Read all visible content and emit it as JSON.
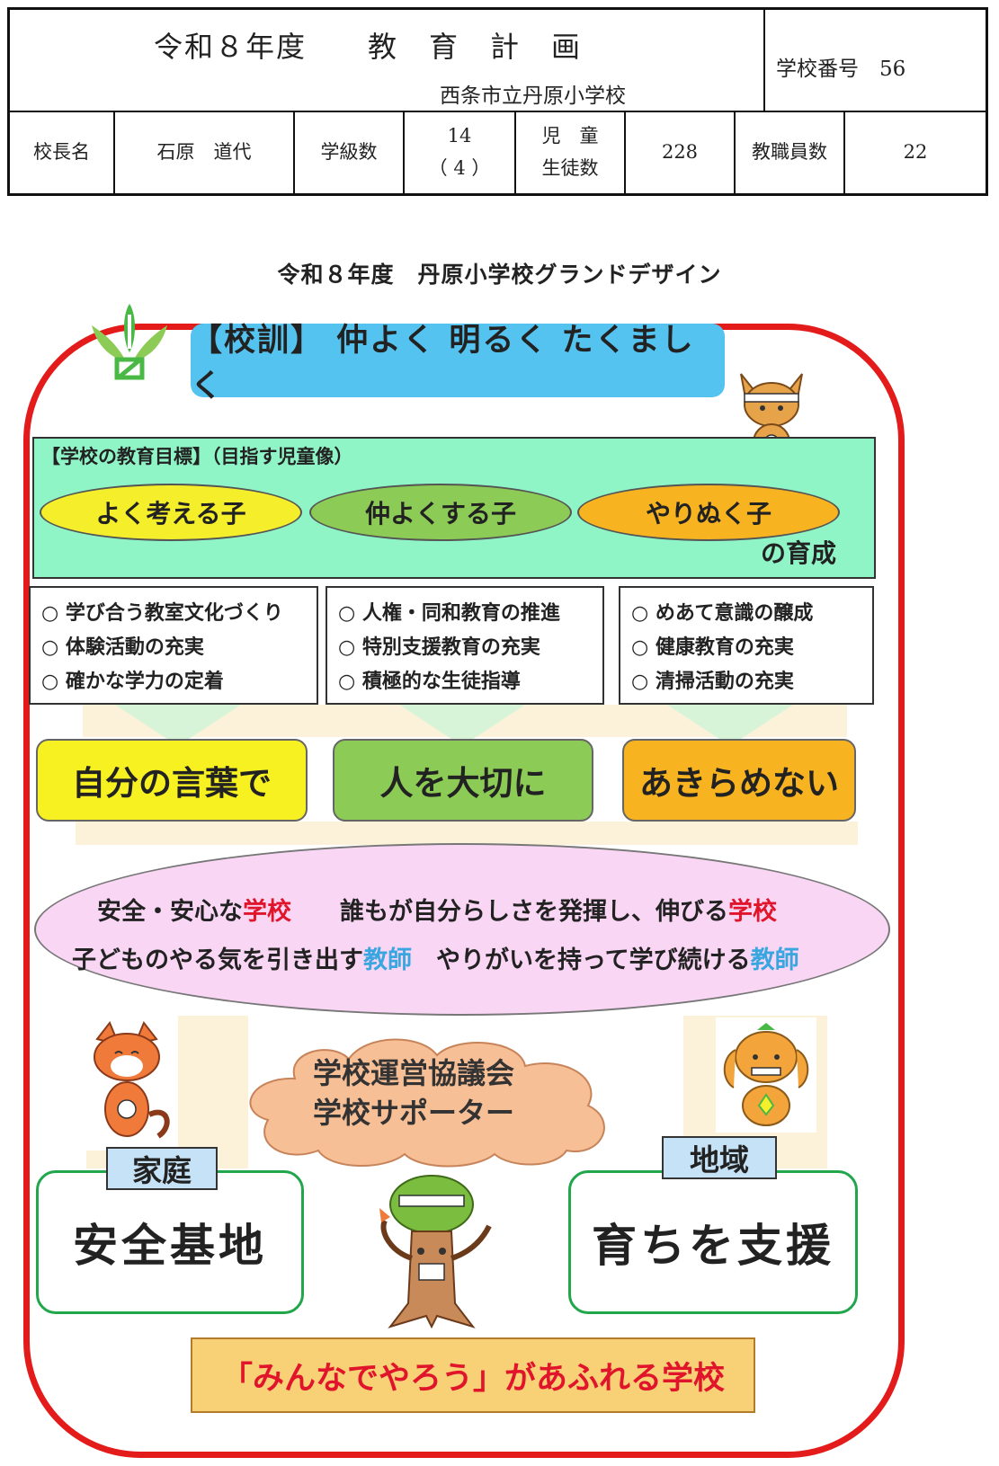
{
  "header": {
    "plan_title": "令和８年度　　教　育　計　画",
    "school_name": "西条市立丹原小学校",
    "school_number": "学校番号　56",
    "principal_label": "校長名",
    "principal_name": "石原　道代",
    "classes_label": "学級数",
    "classes_value": "14",
    "classes_sub": "（ 4 ）",
    "students_label_1": "児　童",
    "students_label_2": "生徒数",
    "students_value": "228",
    "staff_label": "教職員数",
    "staff_value": "22"
  },
  "grand_design": {
    "title": "令和８年度　丹原小学校グランドデザイン",
    "motto": "【校訓】 仲よく 明るく たくましく",
    "goals_label": "【学校の教育目標】（目指す児童像）",
    "goals": [
      "よく考える子",
      "仲よくする子",
      "やりぬく子"
    ],
    "goals_suffix": "の育成",
    "initiatives": [
      [
        "学び合う教室文化づくり",
        "体験活動の充実",
        "確かな学力の定着"
      ],
      [
        "人権・同和教育の推進",
        "特別支援教育の充実",
        "積極的な生徒指導"
      ],
      [
        "めあて意識の醸成",
        "健康教育の充実",
        "清掃活動の充実"
      ]
    ],
    "actions": [
      "自分の言葉で",
      "人を大切に",
      "あきらめない"
    ],
    "vision": {
      "line1_a": "安全・安心な",
      "line1_b": "学校",
      "line1_c": "　　誰もが自分らしさを発揮し、伸びる",
      "line1_d": "学校",
      "line2_a": "子どものやる気を引き出す",
      "line2_b": "教師",
      "line2_c": "　やりがいを持って学び続ける",
      "line2_d": "教師"
    },
    "council_line1": "学校運営協議会",
    "council_line2": "学校サポーター",
    "home_tag": "家庭",
    "home_text": "安全基地",
    "community_tag": "地域",
    "community_text": "育ちを支援",
    "slogan": "「みんなでやろう」があふれる学校"
  },
  "colors": {
    "frame": "#e31b1b",
    "motto_bg": "#55c3f0",
    "goals_bg": "#8ff5c7",
    "goal_1": "#f5ef2b",
    "goal_2": "#8ccb55",
    "goal_3": "#f7b320",
    "vision_bg": "#f9d6f4",
    "panel_border": "#22a64c",
    "slogan_bg": "#f8d177"
  }
}
